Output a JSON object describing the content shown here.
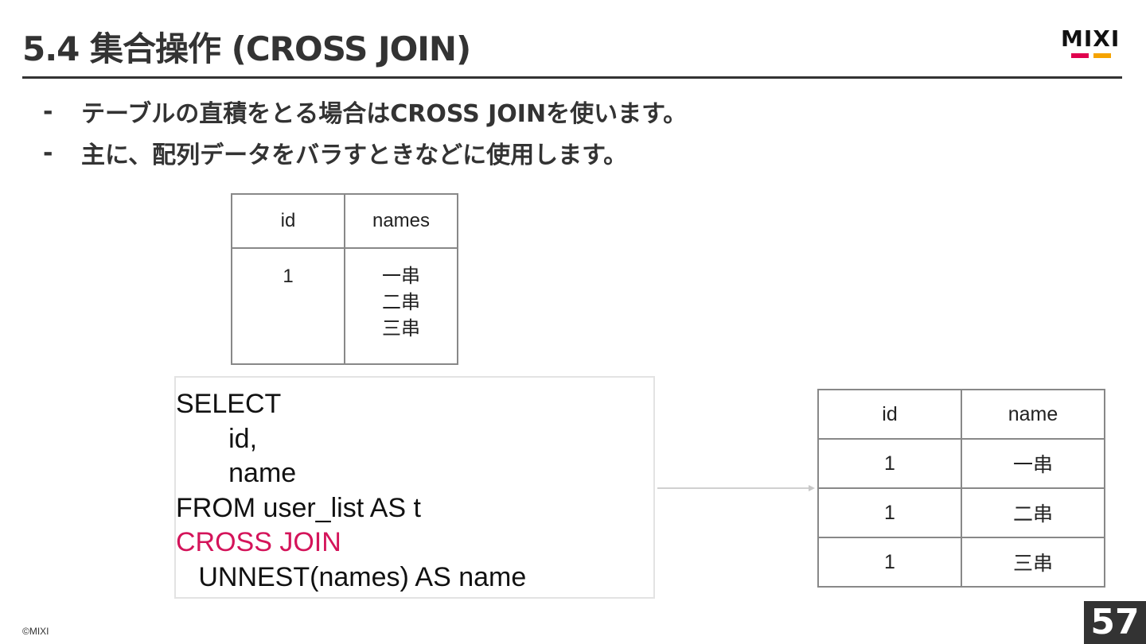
{
  "slide": {
    "title": "5.4 集合操作 (CROSS JOIN)",
    "bullets": [
      {
        "marker": "-",
        "text": "テーブルの直積をとる場合はCROSS JOINを使います。"
      },
      {
        "marker": "-",
        "text": "主に、配列データをバラすときなどに使用します。"
      }
    ],
    "logo": {
      "text": "MIXI",
      "bar_colors": [
        "#e0004e",
        "#f5a300"
      ]
    },
    "copyright": "©MIXI",
    "page_number": "57",
    "accent_color": "#d4145a"
  },
  "source_table": {
    "headers": [
      "id",
      "names"
    ],
    "row": {
      "id": "1",
      "names": [
        "一串",
        "二串",
        "三串"
      ]
    }
  },
  "query": {
    "lines": [
      "SELECT",
      "       id,",
      "       name",
      "FROM user_list AS t",
      "CROSS JOIN",
      "   UNNEST(names) AS name"
    ],
    "highlight_line_index": 4
  },
  "result_table": {
    "headers": [
      "id",
      "name"
    ],
    "rows": [
      [
        "1",
        "一串"
      ],
      [
        "1",
        "二串"
      ],
      [
        "1",
        "三串"
      ]
    ]
  }
}
